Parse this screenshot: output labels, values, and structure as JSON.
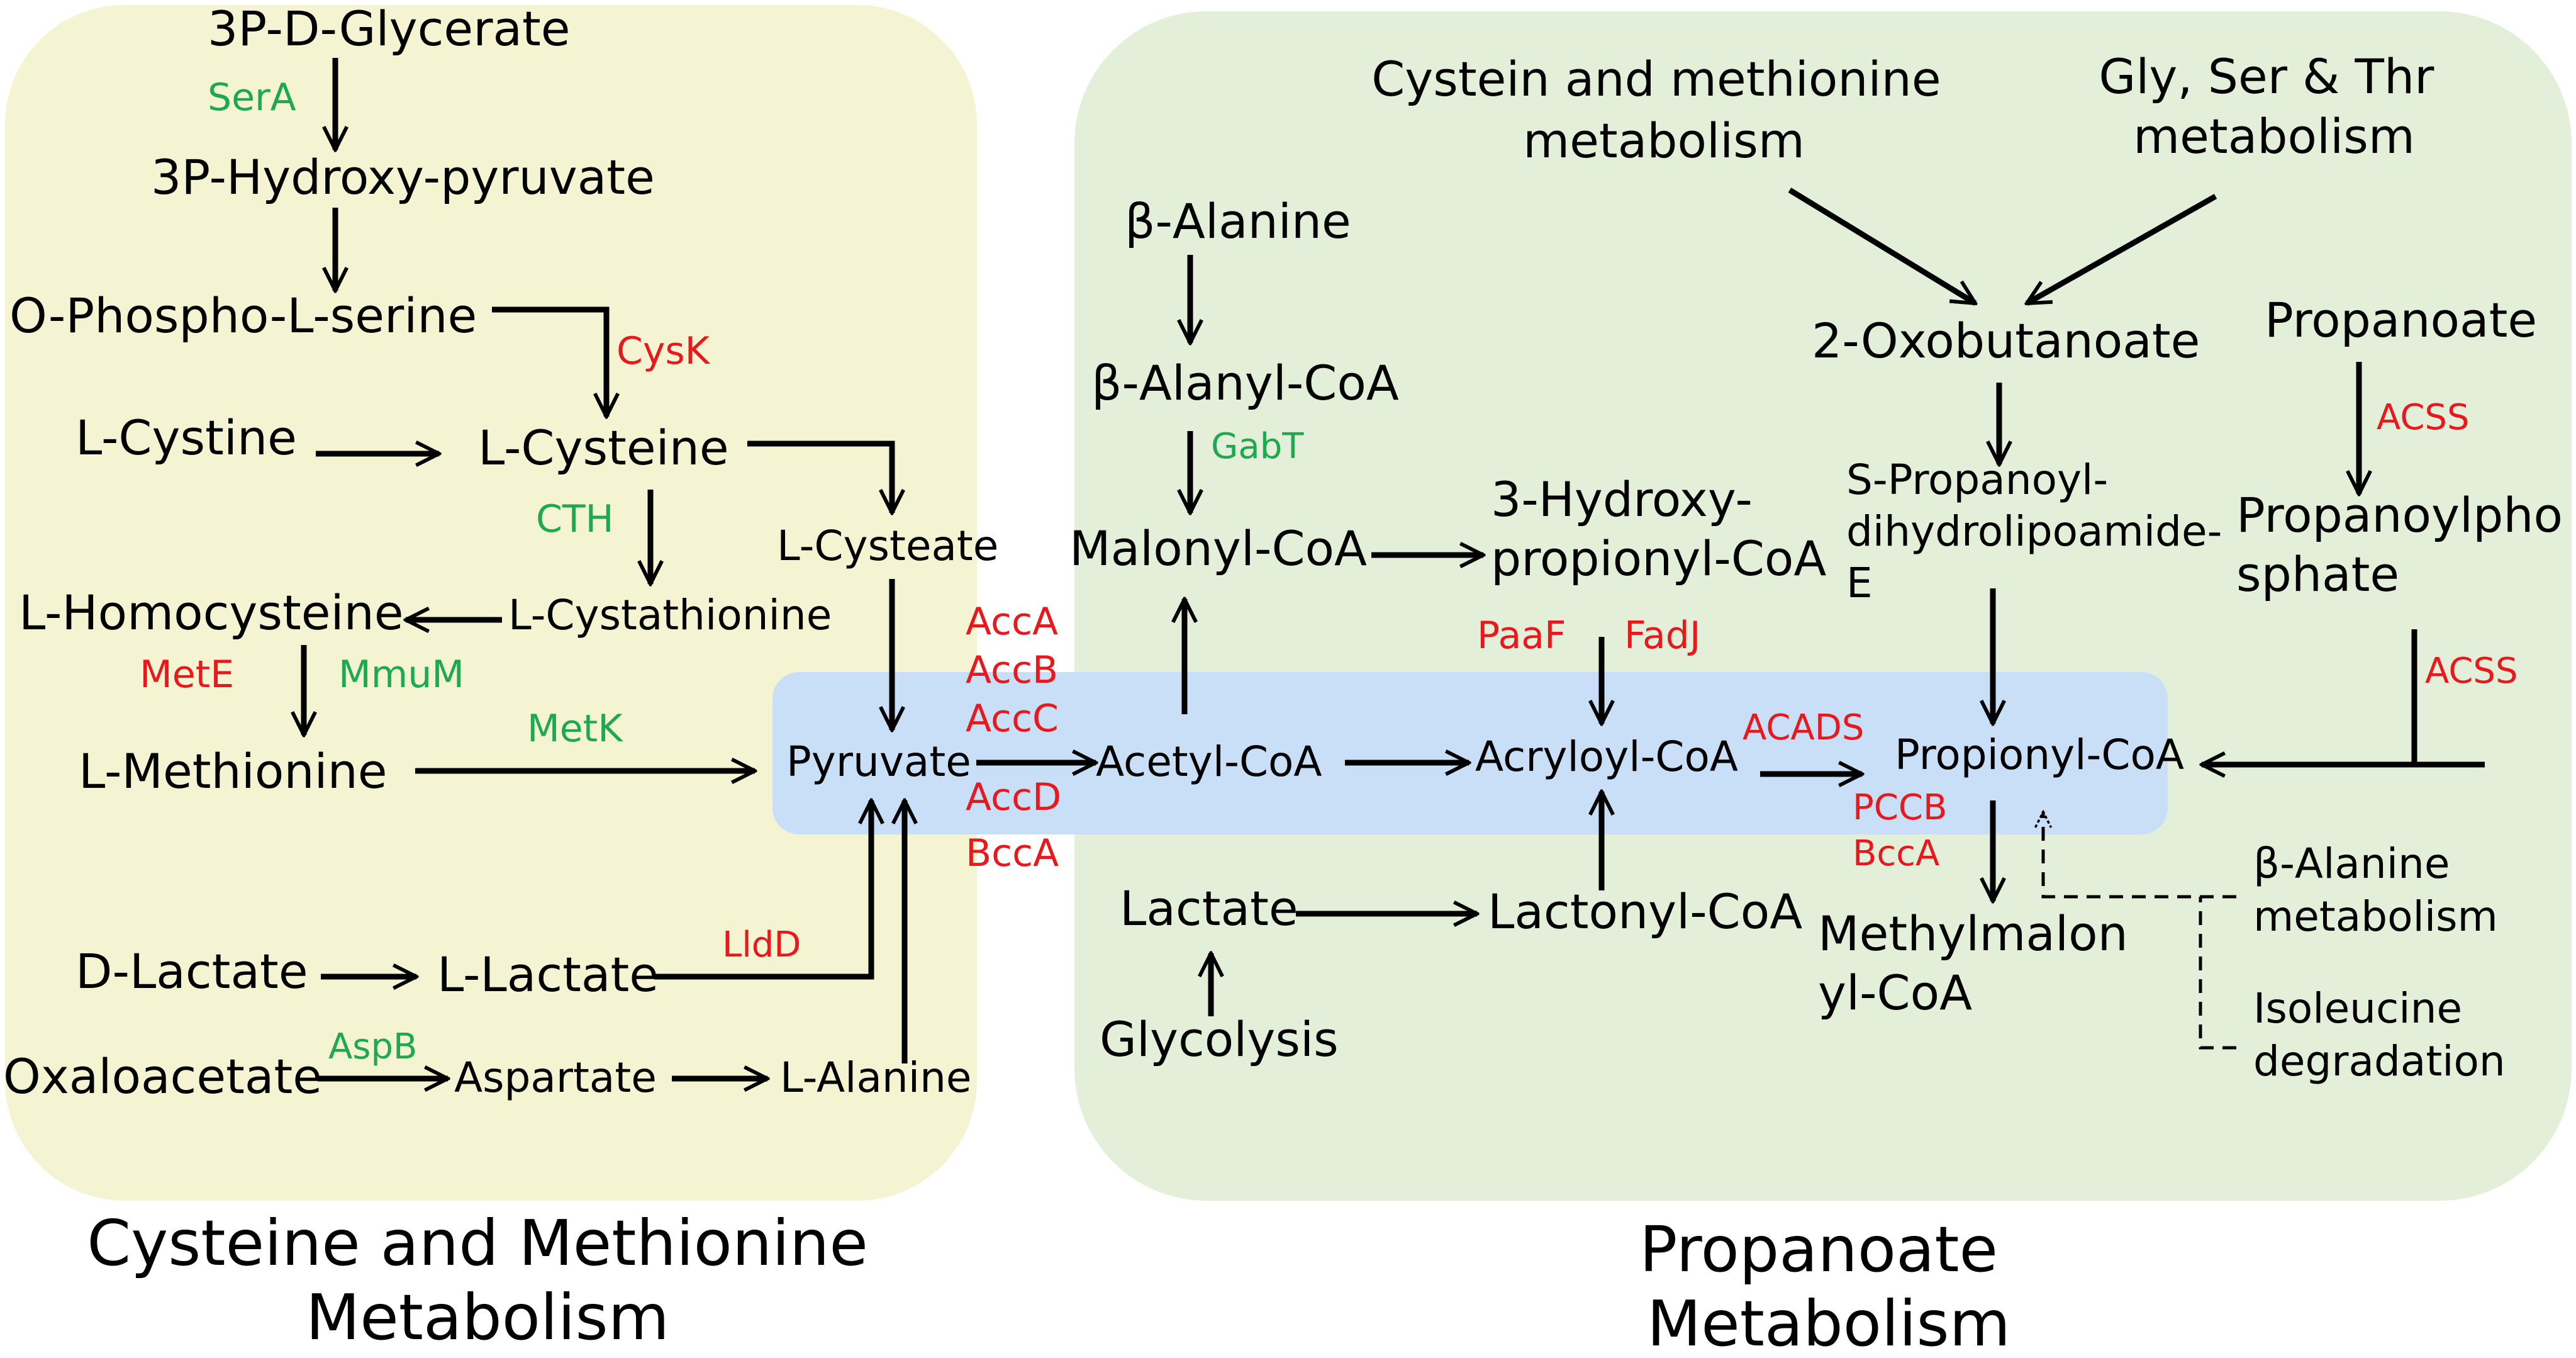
{
  "colors": {
    "left_panel": "#f4f4d2",
    "right_panel": "#e3efd8",
    "central_band": "#c8dff7",
    "enzyme_red": "#e8191c",
    "enzyme_green": "#1ea84f",
    "text": "#000000"
  },
  "panels": {
    "left_title": [
      "Cysteine and Methionine",
      "Metabolism"
    ],
    "right_title": [
      "Propanoate",
      "Metabolism"
    ]
  },
  "metabolites": {
    "glycerate3p": "3P-D-Glycerate",
    "hydroxypyruvate3p": "3P-Hydroxy-pyruvate",
    "phosphoserine": "O-Phospho-L-serine",
    "cystine": "L-Cystine",
    "cysteine": "L-Cysteine",
    "cysteate": "L-Cysteate",
    "cystathionine": "L-Cystathionine",
    "homocysteine": "L-Homocysteine",
    "methionine": "L-Methionine",
    "pyruvate": "Pyruvate",
    "d_lactate": "D-Lactate",
    "l_lactate": "L-Lactate",
    "oxaloacetate": "Oxaloacetate",
    "aspartate": "Aspartate",
    "alanine": "L-Alanine",
    "b_alanine": "β-Alanine",
    "b_alanyl_coa": "β-Alanyl-CoA",
    "malonyl_coa": "Malonyl-CoA",
    "acetyl_coa": "Acetyl-CoA",
    "hydroxypropionyl_coa": [
      "3-Hydroxy-",
      "propionyl-CoA"
    ],
    "acryloyl_coa": "Acryloyl-CoA",
    "lactate": "Lactate",
    "glycolysis": "Glycolysis",
    "lactonyl_coa": "Lactonyl-CoA",
    "cys_met_metabolism": [
      "Cystein and methionine",
      "metabolism"
    ],
    "gly_ser_thr_metabolism": [
      "Gly, Ser & Thr",
      "metabolism"
    ],
    "oxobutanoate": "2-Oxobutanoate",
    "propanoyl_dihydrolipoamide": [
      "S-Propanoyl-",
      "dihydrolipoamide-",
      "E"
    ],
    "propanoate": "Propanoate",
    "propanoylphosphate": [
      "Propanoylpho",
      "sphate"
    ],
    "propionyl_coa": "Propionyl-CoA",
    "methylmalonyl_coa": [
      "Methylmalon",
      "yl-CoA"
    ],
    "b_alanine_metabolism": [
      "β-Alanine",
      "metabolism"
    ],
    "isoleucine_degradation": [
      "Isoleucine",
      "degradation"
    ]
  },
  "enzymes": {
    "sera": "SerA",
    "cysk": "CysK",
    "cth": "CTH",
    "mete": "MetE",
    "mmum": "MmuM",
    "metk": "MetK",
    "lldd": "LldD",
    "aspb": "AspB",
    "acc_cluster": [
      "AccA",
      "AccB",
      "AccC",
      "AccD",
      "BccA"
    ],
    "gabt": "GabT",
    "paaf": "PaaF",
    "fadj": "FadJ",
    "acads": "ACADS",
    "acss_top": "ACSS",
    "acss_bottom": "ACSS",
    "pccb": "PCCB",
    "bcca": "BccA"
  }
}
